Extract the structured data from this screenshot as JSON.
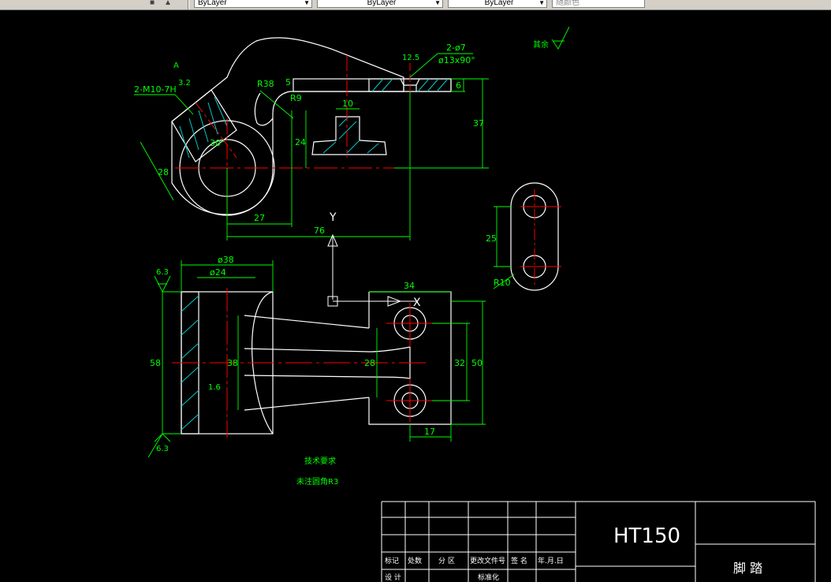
{
  "toolbar": {
    "layer_combo_1": "ByLayer",
    "layer_combo_2": "ByLayer",
    "layer_combo_3": "ByLayer",
    "color_combo": "随颜色",
    "icons": [
      "layer-state-icon",
      "layer-previous-icon"
    ]
  },
  "drawing": {
    "top_view": {
      "thread_label": "2-M10-7H",
      "section_label": "A",
      "roughness_top": "3.2",
      "dim_radius_38": "R38",
      "dim_radius_5": "5",
      "dim_radius_9": "R9",
      "dim_angle_30": "30°",
      "dim_28": "28",
      "dim_24": "24",
      "dim_10": "10",
      "dim_27": "27",
      "dim_76": "76",
      "dim_37": "37",
      "dim_6": "6",
      "hole_label_1": "2-ø7",
      "hole_label_2": "ø13x90°",
      "roughness_hole": "12.5",
      "remaining_label": "其余"
    },
    "ucs": {
      "y_label": "Y",
      "x_label": "X"
    },
    "side_view": {
      "dim_25": "25",
      "dim_r10": "R10"
    },
    "front_view": {
      "dim_38_dia": "ø38",
      "dim_24_dia": "ø24",
      "roughness_top": "6.3",
      "roughness_bottom": "6.3",
      "dim_58": "58",
      "dim_38": "38",
      "roughness_mid": "1.6",
      "dim_28": "28",
      "dim_34": "34",
      "dim_32": "32",
      "dim_50": "50",
      "dim_17": "17"
    },
    "notes": {
      "title": "技术要求",
      "text": "未注圆角R3"
    },
    "title_block": {
      "material": "HT150",
      "part_name": "脚 踏",
      "headers": [
        "标记",
        "处数",
        "分 区",
        "更改文件号",
        "签 名",
        "年.月.日"
      ],
      "row2": [
        "设 计",
        "标准化"
      ]
    }
  }
}
